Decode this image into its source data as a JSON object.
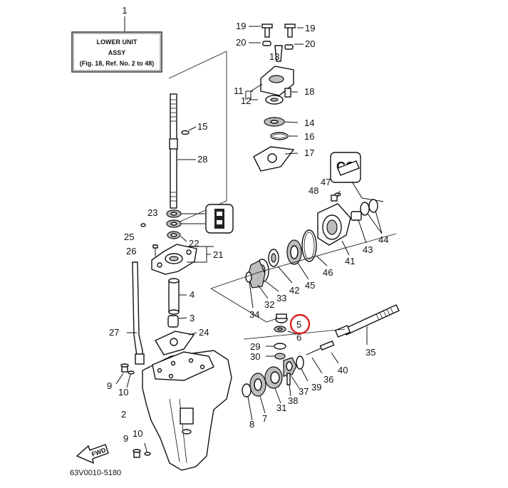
{
  "title_box": {
    "ref_number": "1",
    "line1": "LOWER UNIT",
    "line2": "ASSY",
    "line3": "(Fig. 18, Ref. No. 2 to 48)"
  },
  "labels": {
    "p2": "2",
    "p3": "3",
    "p4": "4",
    "p5": "5",
    "p6": "6",
    "p7": "7",
    "p8": "8",
    "p9a": "9",
    "p9b": "9",
    "p10a": "10",
    "p10b": "10",
    "p11": "11",
    "p12": "12",
    "p13": "13",
    "p14": "14",
    "p15": "15",
    "p16": "16",
    "p17": "17",
    "p18": "18",
    "p19a": "19",
    "p19b": "19",
    "p20a": "20",
    "p20b": "20",
    "p21": "21",
    "p22": "22",
    "p23": "23",
    "p24": "24",
    "p25": "25",
    "p26": "26",
    "p27": "27",
    "p28": "28",
    "p29": "29",
    "p30": "30",
    "p31": "31",
    "p32": "32",
    "p33": "33",
    "p34": "34",
    "p35": "35",
    "p36": "36",
    "p37": "37",
    "p38": "38",
    "p39": "39",
    "p40": "40",
    "p41": "41",
    "p42": "42",
    "p43": "43",
    "p44": "44",
    "p45": "45",
    "p46": "46",
    "p47": "47",
    "p48": "48"
  },
  "fwd_label": "FWD",
  "diagram_code": "63V0010-5180",
  "highlight_color": "#d81e1e"
}
